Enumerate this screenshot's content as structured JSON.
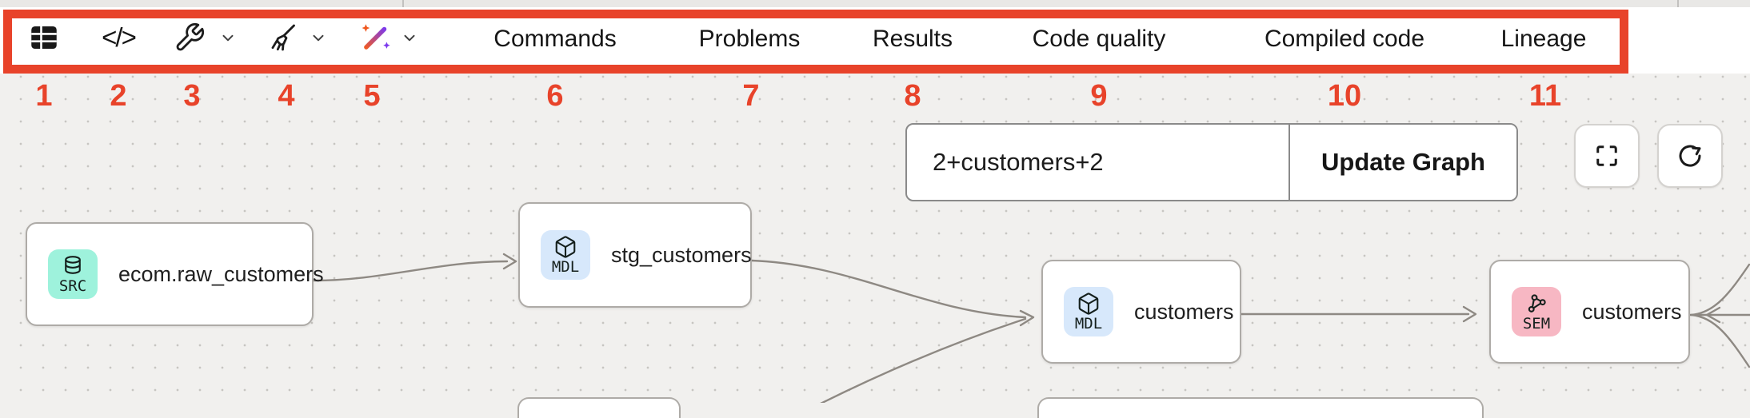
{
  "annotation": {
    "color": "#e8432a",
    "numbers": [
      "1",
      "2",
      "3",
      "4",
      "5",
      "6",
      "7",
      "8",
      "9",
      "10",
      "11"
    ]
  },
  "toolbar": {
    "icons": {
      "table": {
        "name": "table-icon"
      },
      "code": {
        "name": "code-icon",
        "glyph": "</>"
      },
      "wrench": {
        "name": "wrench-icon",
        "has_dropdown": true
      },
      "broom": {
        "name": "broom-icon",
        "has_dropdown": true
      },
      "magic_wand": {
        "name": "magic-wand-icon",
        "has_dropdown": true
      }
    },
    "tabs": [
      {
        "label": "Commands"
      },
      {
        "label": "Problems"
      },
      {
        "label": "Results"
      },
      {
        "label": "Code quality"
      },
      {
        "label": "Compiled code"
      },
      {
        "label": "Lineage"
      }
    ]
  },
  "lineage": {
    "filter_input": {
      "value": "2+customers+2"
    },
    "update_button_label": "Update Graph",
    "nodes": [
      {
        "badge": "SRC",
        "badge_color": "#9ef2dc",
        "icon": "database",
        "title": "ecom.raw_customers"
      },
      {
        "badge": "MDL",
        "badge_color": "#d7e8fb",
        "icon": "cube",
        "title": "stg_customers"
      },
      {
        "badge": "MDL",
        "badge_color": "#d7e8fb",
        "icon": "cube",
        "title": "customers"
      },
      {
        "badge": "SEM",
        "badge_color": "#f7b7c3",
        "icon": "semantic-graph",
        "title": "customers"
      }
    ]
  }
}
